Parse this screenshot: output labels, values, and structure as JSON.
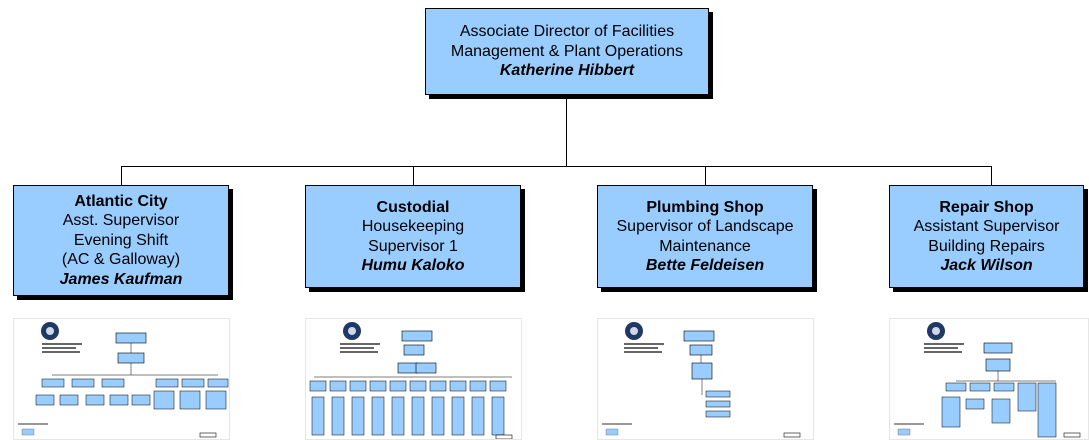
{
  "colors": {
    "box_fill": "#99ccff",
    "border": "#000000",
    "seal": "#1f3864"
  },
  "root": {
    "line1": "Associate Director of Facilities",
    "line2": "Management & Plant Operations",
    "name": "Katherine Hibbert"
  },
  "branches": [
    {
      "title": "Atlantic City",
      "lines": [
        "Asst. Supervisor",
        "Evening Shift",
        "(AC & Galloway)"
      ],
      "name": "James Kaufman"
    },
    {
      "title": "Custodial",
      "lines": [
        "Housekeeping",
        "Supervisor 1"
      ],
      "name": "Humu Kaloko"
    },
    {
      "title": "Plumbing Shop",
      "lines": [
        "Supervisor of Landscape",
        "Maintenance"
      ],
      "name": "Bette Feldeisen"
    },
    {
      "title": "Repair Shop",
      "lines": [
        "Assistant Supervisor",
        "Building Repairs"
      ],
      "name": "Jack Wilson"
    }
  ],
  "thumbnails": [
    {
      "icon": "org-chart-thumbnail-atlantic-city"
    },
    {
      "icon": "org-chart-thumbnail-custodial"
    },
    {
      "icon": "org-chart-thumbnail-plumbing-shop"
    },
    {
      "icon": "org-chart-thumbnail-repair-shop"
    }
  ]
}
